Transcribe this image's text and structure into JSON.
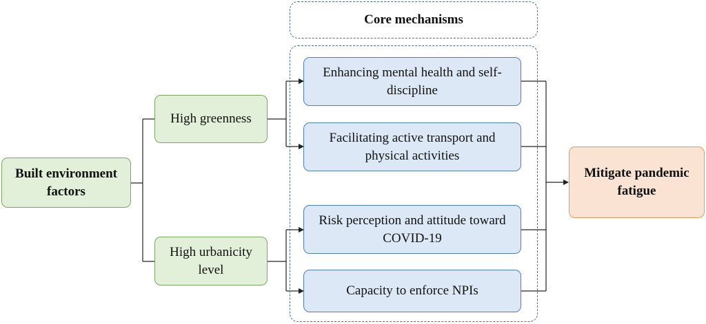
{
  "diagram": {
    "header_label": "Core mechanisms",
    "source_node": "Built environment factors",
    "factors": [
      {
        "label": "High greenness"
      },
      {
        "label": "High urbanicity level"
      }
    ],
    "mechanisms": [
      {
        "label": "Enhancing mental health and self-discipline"
      },
      {
        "label": "Facilitating active transport and physical activities"
      },
      {
        "label": "Risk perception and attitude toward COVID-19"
      },
      {
        "label": "Capacity to enforce NPIs"
      }
    ],
    "outcome_node": "Mitigate pandemic fatigue"
  },
  "colors": {
    "green_fill": "#e2efd9",
    "green_border": "#7aa65f",
    "blue_fill": "#dde8f6",
    "blue_border": "#4f7dbd",
    "orange_fill": "#fbe3d4",
    "orange_border": "#e6975b",
    "dashed_border": "#4a6a99",
    "connector": "#222222"
  }
}
